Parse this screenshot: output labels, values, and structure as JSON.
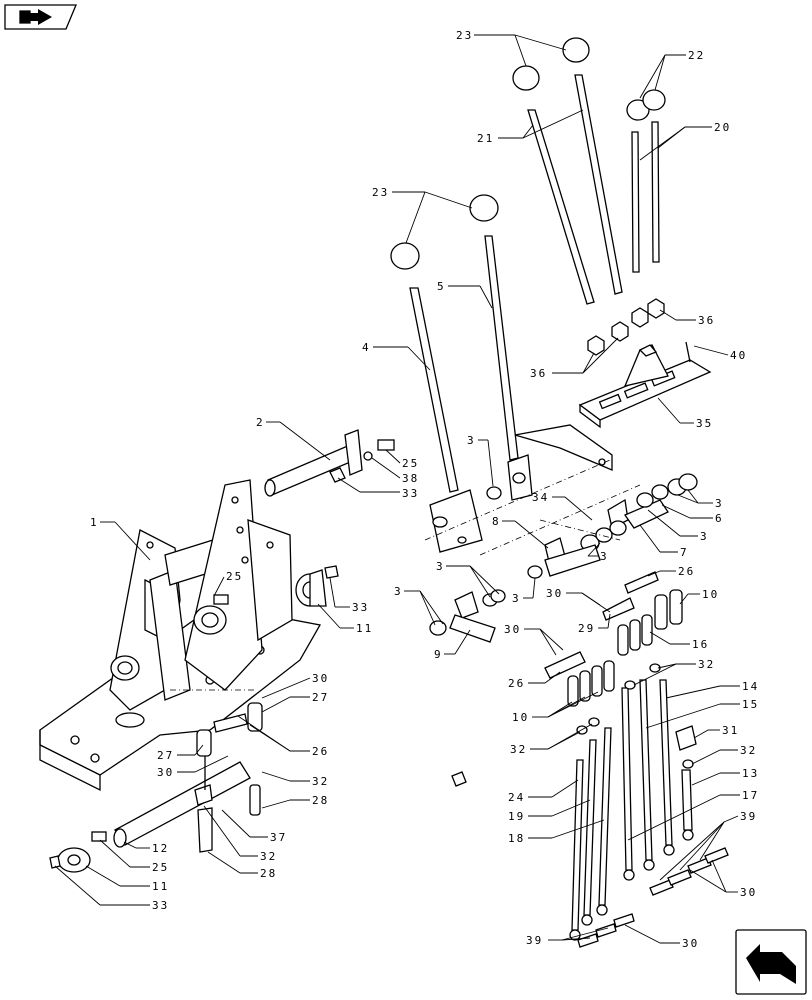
{
  "nav": {
    "top_left_icon": "book-arrow-icon",
    "bottom_right_icon": "next-page-arrow-icon"
  },
  "callouts": [
    "1",
    "2",
    "3",
    "4",
    "5",
    "6",
    "7",
    "8",
    "9",
    "10",
    "11",
    "12",
    "13",
    "14",
    "15",
    "16",
    "17",
    "18",
    "19",
    "20",
    "21",
    "22",
    "23",
    "24",
    "25",
    "26",
    "27",
    "28",
    "29",
    "30",
    "31",
    "32",
    "33",
    "34",
    "35",
    "36",
    "37",
    "38",
    "39",
    "40"
  ]
}
